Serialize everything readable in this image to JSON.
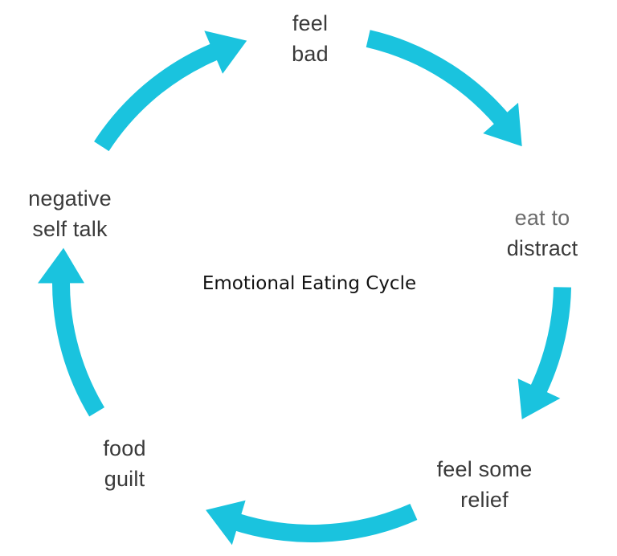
{
  "title": "Emotional Eating Cycle",
  "colors": {
    "arrow": "#1AC3DE",
    "label_text": "#3a3a3a",
    "label_muted_text": "#6b6b6b",
    "title_text": "#111111",
    "background": "#ffffff"
  },
  "nodes": [
    {
      "id": "feel-bad",
      "lines": [
        "feel",
        "bad"
      ]
    },
    {
      "id": "eat-to-distract",
      "lines": [
        "eat to",
        "distract"
      ]
    },
    {
      "id": "feel-some-relief",
      "lines": [
        "feel some",
        "relief"
      ]
    },
    {
      "id": "food-guilt",
      "lines": [
        "food",
        "guilt"
      ]
    },
    {
      "id": "negative-self-talk",
      "lines": [
        "negative",
        "self talk"
      ]
    }
  ],
  "cycle_direction": "clockwise",
  "arrow_count": 5
}
